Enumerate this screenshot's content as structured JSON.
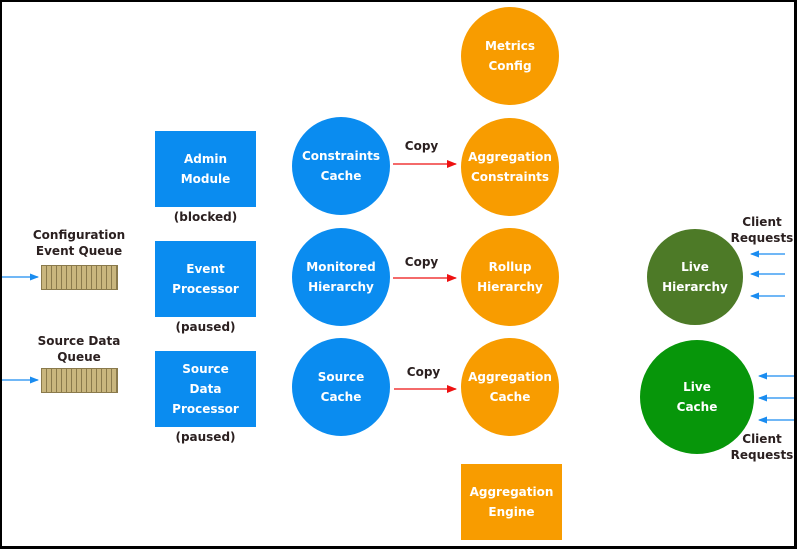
{
  "diagram": {
    "queues": [
      {
        "id": "config-event-queue",
        "label": "Configuration\nEvent Queue"
      },
      {
        "id": "source-data-queue",
        "label": "Source Data\nQueue"
      }
    ],
    "processors": [
      {
        "id": "admin-module",
        "label": "Admin\nModule",
        "status": "(blocked)"
      },
      {
        "id": "event-processor",
        "label": "Event\nProcessor",
        "status": "(paused)"
      },
      {
        "id": "source-data-processor",
        "label": "Source\nData\nProcessor",
        "status": "(paused)"
      }
    ],
    "source_caches": [
      {
        "id": "constraints-cache",
        "label": "Constraints\nCache"
      },
      {
        "id": "monitored-hierarchy",
        "label": "Monitored\nHierarchy"
      },
      {
        "id": "source-cache",
        "label": "Source\nCache"
      }
    ],
    "copy_label": "Copy",
    "aggregation_nodes": [
      {
        "id": "metrics-config",
        "label": "Metrics\nConfig"
      },
      {
        "id": "aggregation-constraints",
        "label": "Aggregation\nConstraints"
      },
      {
        "id": "rollup-hierarchy",
        "label": "Rollup\nHierarchy"
      },
      {
        "id": "aggregation-cache",
        "label": "Aggregation\nCache"
      }
    ],
    "aggregation_engine": {
      "label": "Aggregation\nEngine"
    },
    "live_nodes": [
      {
        "id": "live-hierarchy",
        "label": "Live\nHierarchy"
      },
      {
        "id": "live-cache",
        "label": "Live\nCache"
      }
    ],
    "client_requests_label": "Client\nRequests",
    "colors": {
      "processor_blue": "#0a8cf0",
      "aggregation_orange": "#f89c00",
      "live_hierarchy_olive": "#4d7a27",
      "live_cache_green": "#07960a",
      "copy_arrow_red": "#ee1111",
      "request_arrow_blue": "#1a8cf0",
      "queue_tan": "#c9b67e"
    }
  }
}
